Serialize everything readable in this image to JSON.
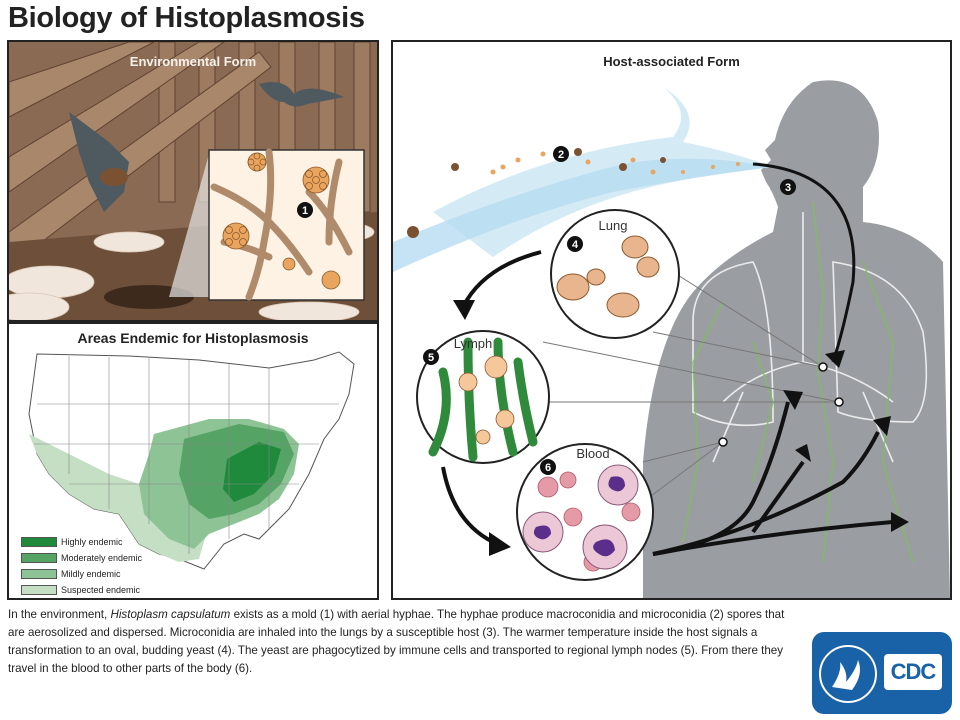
{
  "title": "Biology of Histoplasmosis",
  "panels": {
    "environmental": "Environmental Form",
    "map": "Areas Endemic for Histoplasmosis",
    "host": "Host-associated Form"
  },
  "stages": {
    "s1": "1",
    "s2": "2",
    "s3": "3",
    "s4": "4",
    "s5": "5",
    "s6": "6"
  },
  "circles": {
    "lung": "Lung",
    "lymph": "Lymph",
    "blood": "Blood"
  },
  "legend": [
    {
      "label": "Highly endemic",
      "color": "#1f8a3c"
    },
    {
      "label": "Moderately endemic",
      "color": "#56a366"
    },
    {
      "label": "Mildly endemic",
      "color": "#8ec396"
    },
    {
      "label": "Suspected endemic",
      "color": "#c5dfc4"
    }
  ],
  "caption": {
    "part1": "In the environment, ",
    "species": "Histoplasm capsulatum",
    "part2": " exists as a mold (1) with aerial hyphae. The hyphae produce macroconidia and microconidia (2) spores that are aerosolized and dispersed. Microconidia are inhaled into the lungs by a susceptible host (3). The warmer temperature inside the host signals a transformation to an oval, budding yeast (4). The yeast are phagocytized by immune cells and transported to regional lymph nodes (5). From there they travel in the blood to other parts of the body (6)."
  },
  "logo": {
    "text": "CDC"
  }
}
